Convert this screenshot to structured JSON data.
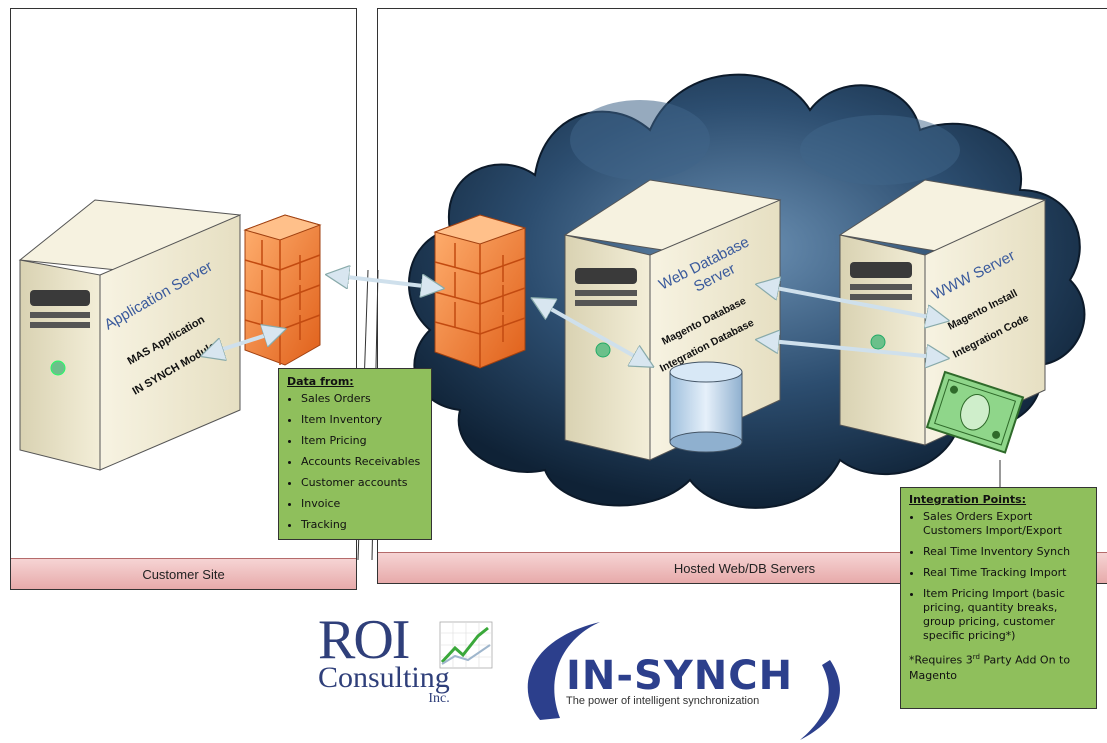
{
  "panels": {
    "customer_site": "Customer Site",
    "hosted": "Hosted Web/DB Servers"
  },
  "servers": {
    "application": {
      "title": "Application Server",
      "line1": "MAS Application",
      "line2": "IN SYNCH Module"
    },
    "web_db": {
      "title_line1": "Web Database",
      "title_line2": "Server",
      "line1": "Magento Database",
      "line2": "Integration Database"
    },
    "www": {
      "title": "WWW Server",
      "line1": "Magento Install",
      "line2": "Integration Code"
    }
  },
  "data_from": {
    "heading": "Data from:",
    "items": [
      "Sales Orders",
      "Item Inventory",
      "Item Pricing",
      "Accounts Receivables",
      "Customer accounts",
      "Invoice",
      "Tracking"
    ]
  },
  "integration": {
    "heading": "Integration Points:",
    "items": [
      "Sales Orders Export Customers Import/Export",
      "Real Time Inventory Synch",
      "Real Time Tracking Import",
      "Item Pricing Import (basic pricing, quantity breaks, group pricing, customer specific pricing*)"
    ],
    "footnote_pre": "*Requires 3",
    "footnote_sup": "rd",
    "footnote_post": " Party Add On to Magento"
  },
  "logos": {
    "roi_big": "ROI",
    "roi_consulting": "Consulting",
    "roi_inc": "Inc.",
    "insynch": "IN-SYNCH",
    "insynch_tagline": "The power of intelligent synchronization"
  },
  "colors": {
    "callout_green": "#8fbf5c",
    "footer_pink": "#e7aaaa",
    "cloud_dark": "#1c3550",
    "server_beige": "#e8e2c6",
    "firewall_orange": "#f07a26",
    "title_blue": "#3a5a9c"
  },
  "icons": [
    "firewall-icon",
    "database-cylinder-icon",
    "money-bill-icon",
    "chart-up-icon"
  ]
}
